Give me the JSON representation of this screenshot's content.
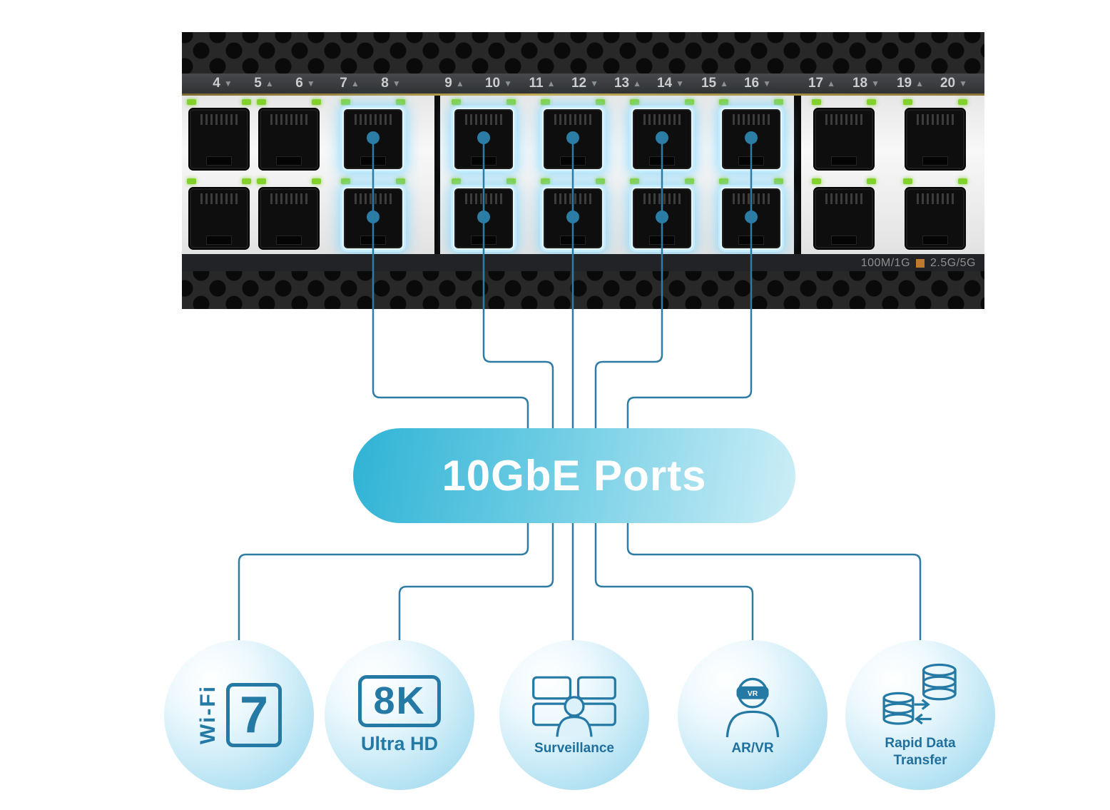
{
  "colors": {
    "accent_line": "#2e7ca3",
    "glow": "#9fe4ff",
    "led_green": "#83d22c",
    "gold_line": "#c4aa52",
    "legend_orange": "#bd7a2e",
    "pill_gradient_start": "#2fb3d5",
    "pill_gradient_end": "#cdeef7",
    "icon_blue": "#2579a5"
  },
  "switch": {
    "port_numbers": [
      {
        "n": "4",
        "tri": "▼"
      },
      {
        "n": "5",
        "tri": "▲"
      },
      {
        "n": "6",
        "tri": "▼"
      },
      {
        "n": "7",
        "tri": "▲"
      },
      {
        "n": "8",
        "tri": "▼"
      },
      {
        "n": "9",
        "tri": "▲"
      },
      {
        "n": "10",
        "tri": "▼"
      },
      {
        "n": "11",
        "tri": "▲"
      },
      {
        "n": "12",
        "tri": "▼"
      },
      {
        "n": "13",
        "tri": "▲"
      },
      {
        "n": "14",
        "tri": "▼"
      },
      {
        "n": "15",
        "tri": "▲"
      },
      {
        "n": "16",
        "tri": "▼"
      },
      {
        "n": "17",
        "tri": "▲"
      },
      {
        "n": "18",
        "tri": "▼"
      },
      {
        "n": "19",
        "tri": "▲"
      },
      {
        "n": "20",
        "tri": "▼"
      }
    ],
    "legend": {
      "speed_a": "100M/1G",
      "speed_b": "2.5G/5G"
    }
  },
  "pill": {
    "label": "10GbE Ports"
  },
  "features": [
    {
      "id": "wifi-7",
      "vertical_label": "Wi-Fi",
      "big_label": "7"
    },
    {
      "id": "8k-ultra-hd",
      "badge_label": "8K",
      "sub_label": "Ultra HD"
    },
    {
      "id": "surveillance",
      "label": "Surveillance"
    },
    {
      "id": "ar-vr",
      "label": "AR/VR",
      "goggle_label": "VR"
    },
    {
      "id": "rapid-data-transfer",
      "label": "Rapid Data Transfer"
    }
  ]
}
